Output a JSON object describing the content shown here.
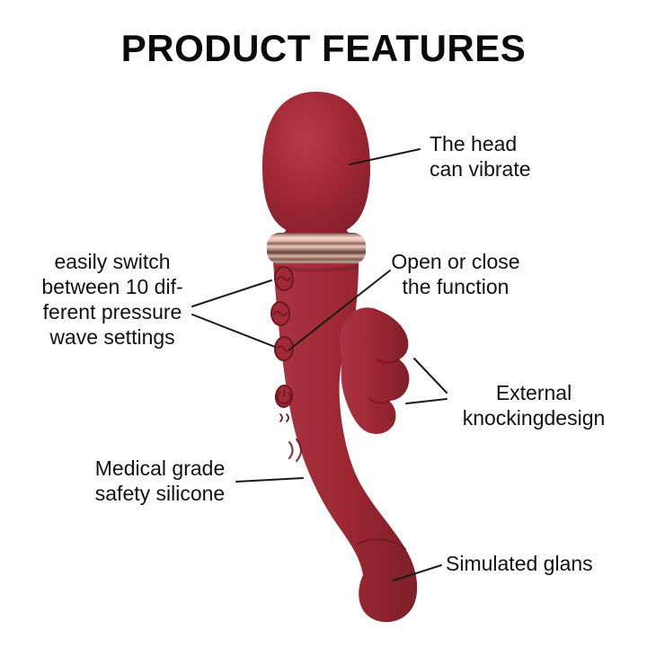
{
  "title": "PRODUCT FEATURES",
  "product": {
    "kind": "wand-massager-illustration",
    "colors": {
      "background": "#ffffff",
      "text": "#111111",
      "line": "#1a1a1a",
      "body": "#9d2733",
      "body_dark": "#70161f",
      "body_light": "#b23744",
      "band_light": "#f3d6cc",
      "band_dark": "#5f4741"
    }
  },
  "annotations": {
    "head": {
      "text": "The head\ncan vibrate"
    },
    "switch": {
      "text": "easily switch\nbetween 10 dif-\nferent pressure\nwave settings"
    },
    "toggle": {
      "text": "Open or close\nthe function"
    },
    "knocking": {
      "text": "External\nknockingdesign"
    },
    "silicone": {
      "text": "Medical grade\nsafety silicone"
    },
    "glans": {
      "text": "Simulated glans"
    }
  }
}
